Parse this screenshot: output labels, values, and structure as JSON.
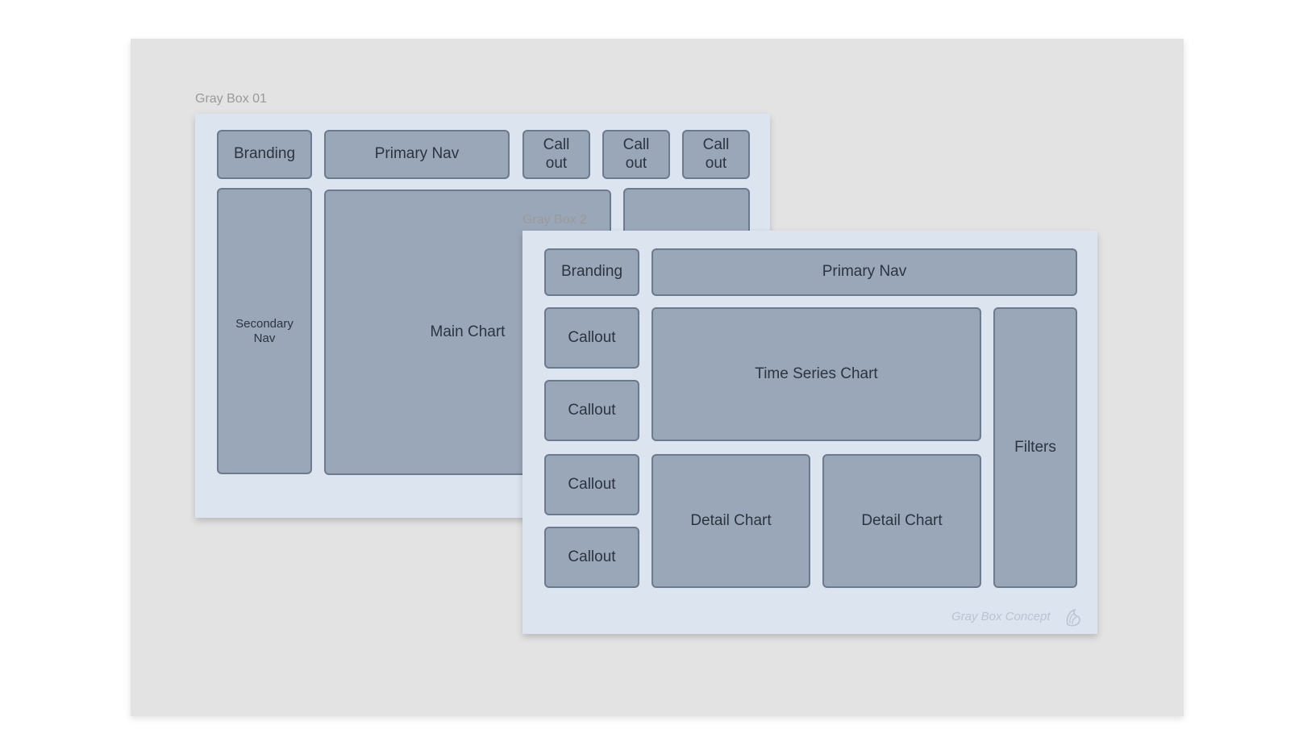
{
  "frame1": {
    "label": "Gray Box 01",
    "branding": "Branding",
    "primary_nav": "Primary Nav",
    "callouts": [
      "Call\nout",
      "Call\nout",
      "Call\nout"
    ],
    "secondary_nav": "Secondary\nNav",
    "main_chart": "Main Chart",
    "right_box": ""
  },
  "frame2": {
    "label": "Gray Box 2",
    "branding": "Branding",
    "primary_nav": "Primary Nav",
    "callouts": [
      "Callout",
      "Callout",
      "Callout",
      "Callout"
    ],
    "time_series_chart": "Time Series Chart",
    "detail_charts": [
      "Detail Chart",
      "Detail Chart"
    ],
    "filters": "Filters",
    "watermark": "Gray Box Concept",
    "logo_icon": "bird-logo-icon"
  },
  "colors": {
    "canvas": "#e3e3e3",
    "frame_bg": "#dce4ef",
    "box_fill": "#9aa7b8",
    "box_border": "#6c7a8d",
    "box_text": "#2c3440",
    "label_text": "#9a9a9a"
  }
}
